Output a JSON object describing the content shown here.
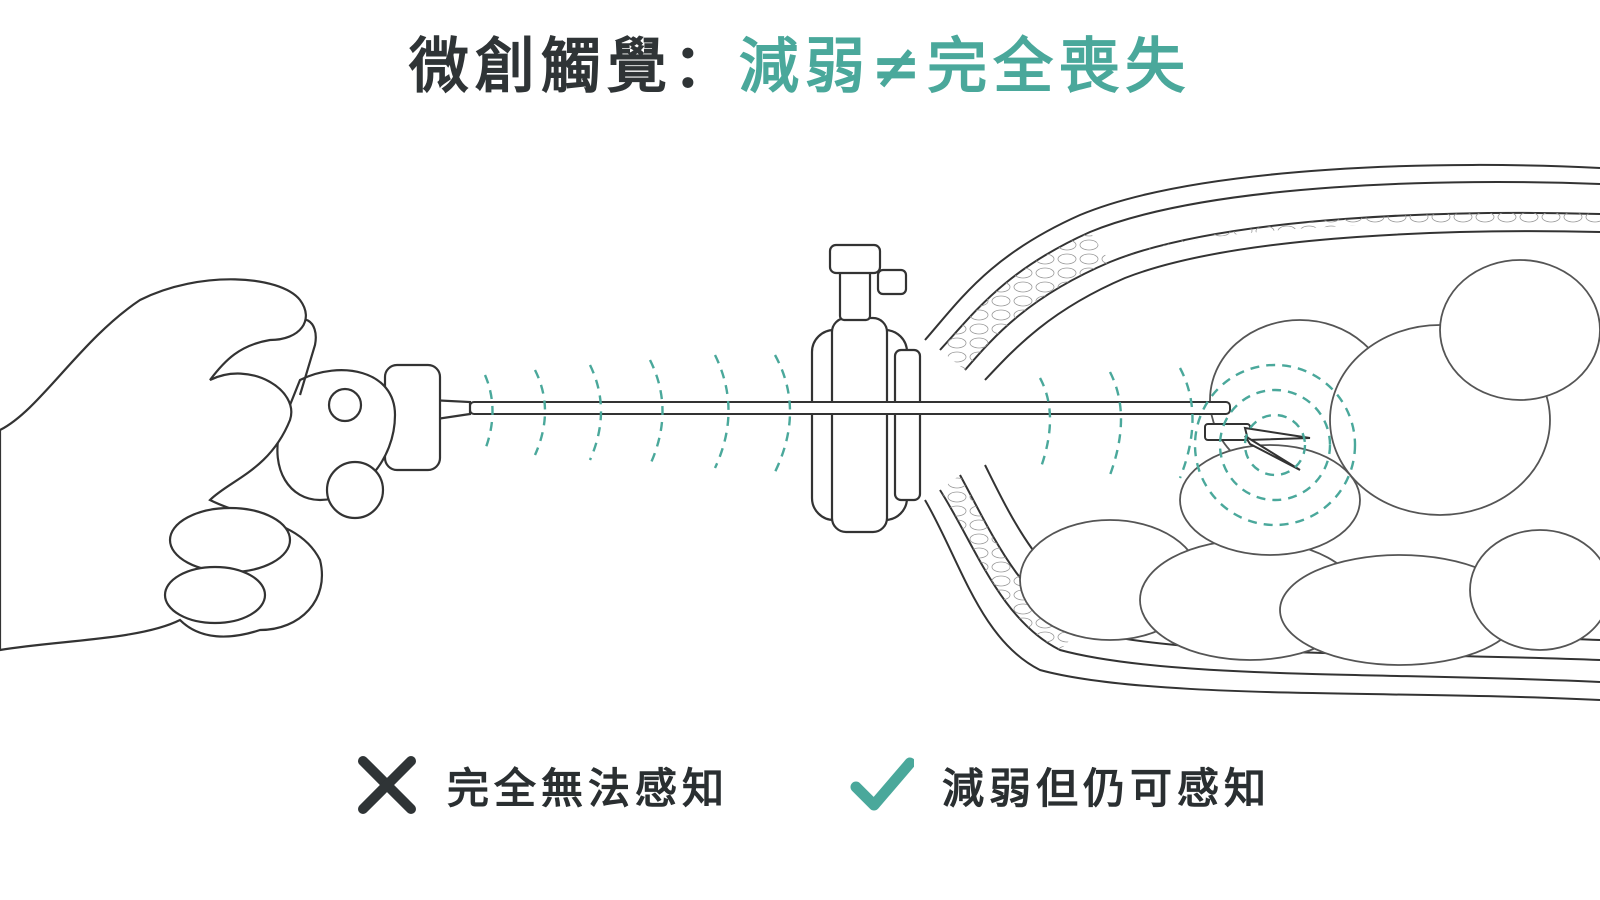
{
  "title": {
    "prefix": "微創觸覺：",
    "highlight": "減弱≠完全喪失"
  },
  "legend": {
    "negative": {
      "icon": "x-cross-icon",
      "label": "完全無法感知"
    },
    "positive": {
      "icon": "checkmark-icon",
      "label": "減弱但仍可感知"
    }
  },
  "colors": {
    "accent": "#4aa89b",
    "ink": "#2f3436",
    "line": "#333333"
  }
}
